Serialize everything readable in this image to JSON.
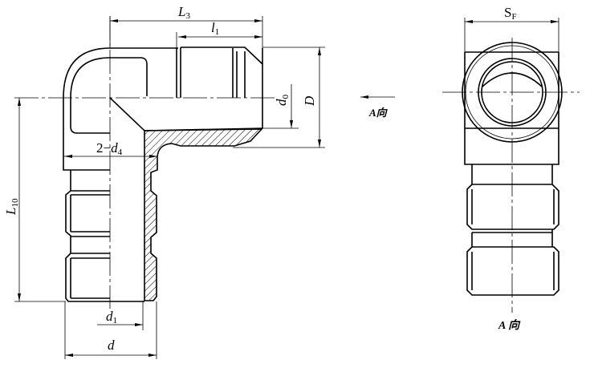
{
  "labels": {
    "L3": {
      "main": "L",
      "sub": "3"
    },
    "l1": {
      "main": "l",
      "sub": "1"
    },
    "d0": {
      "main": "d",
      "sub": "0"
    },
    "D": "D",
    "L10": {
      "main": "L",
      "sub": "10"
    },
    "d4": {
      "prefix": "2−",
      "main": "d",
      "sub": "4"
    },
    "d1": {
      "main": "d",
      "sub": "1"
    },
    "d": "d",
    "SF": {
      "main": "S",
      "sub": "F"
    },
    "view_arrow": "A向",
    "view_title": "A 向"
  }
}
